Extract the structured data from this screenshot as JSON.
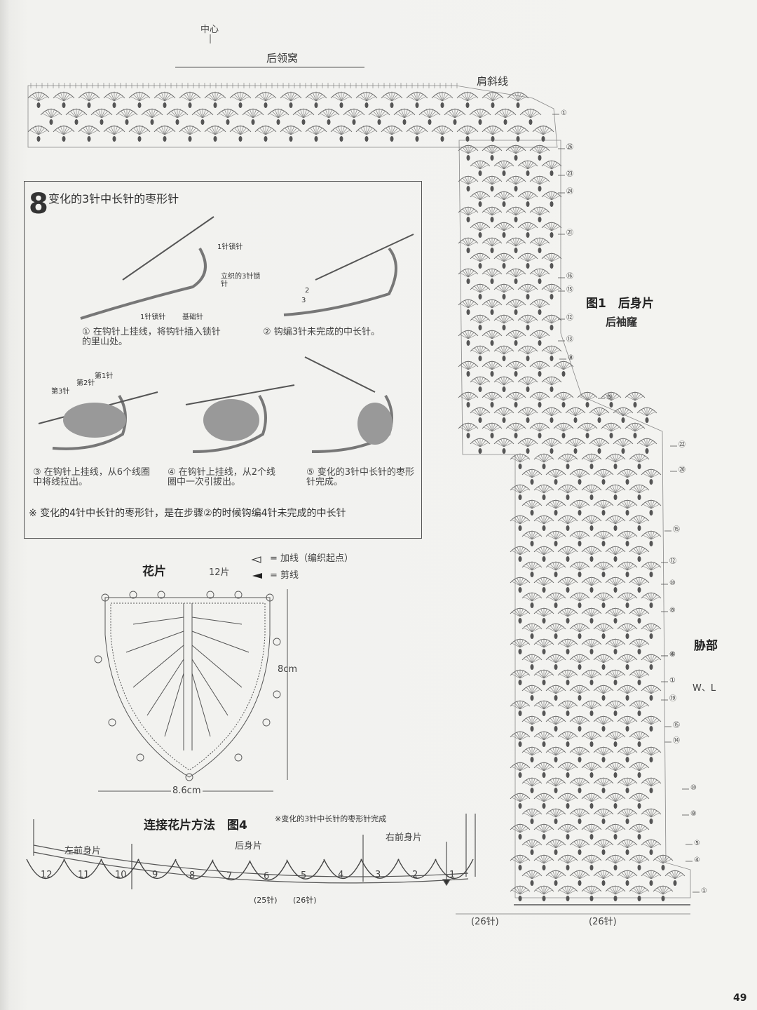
{
  "top": {
    "center_label": "中心",
    "back_neckline": "后领窝",
    "shoulder_line": "肩斜线"
  },
  "figure1": {
    "title": "图1　后身片",
    "subtitle": "后袖窿",
    "side_label": "胁部",
    "wl": "W、L",
    "bottom_left": "(26针)",
    "bottom_right": "(26针)"
  },
  "row_numbers_right": [
    "①",
    "㉖",
    "㉓",
    "㉔",
    "㉑",
    "⑯",
    "⑮",
    "⑫",
    "⑬",
    "⑧",
    "⑤",
    "㉒",
    "⑳",
    "⑮",
    "⑫",
    "⑩",
    "⑧",
    "⑥",
    "④",
    "①",
    "⑲",
    "⑮",
    "⑭",
    "⑩",
    "⑧",
    "⑤",
    "④",
    "①"
  ],
  "technique": {
    "symbol": "8",
    "title": "变化的3针中长针的枣形针",
    "labels": {
      "a": "1针锁针",
      "b": "立织的3针锁针",
      "c": "1针锁针",
      "d": "基础针",
      "e": "第1针",
      "f": "第2针",
      "g": "第3针",
      "n2": "2",
      "n3": "3"
    },
    "steps": [
      "① 在钩针上挂线，将钩针插入锁针的里山处。",
      "② 钩编3针未完成的中长针。",
      "③ 在钩针上挂线，从6个线圈中将线拉出。",
      "④ 在钩针上挂线，从2个线圈中一次引拔出。",
      "⑤ 变化的3针中长针的枣形针完成。"
    ],
    "note": "※ 变化的4针中长针的枣形针，是在步骤②的时候钩编4针未完成的中长针"
  },
  "motif": {
    "title": "花片",
    "count": "12片",
    "legend_add": "= 加线（编织起点）",
    "legend_cut": "= 剪线",
    "height": "8cm",
    "width": "8.6cm"
  },
  "fig4": {
    "title": "连接花片方法　图4",
    "note": "※变化的3针中长针的枣形针完成",
    "left_front": "左前身片",
    "back": "后身片",
    "right_front": "右前身片",
    "st25": "(25针)",
    "st26": "(26针)",
    "numbers": [
      "12",
      "11",
      "10",
      "9",
      "8",
      "7",
      "6",
      "5",
      "4",
      "3",
      "2",
      "1"
    ]
  },
  "page_number": "49"
}
